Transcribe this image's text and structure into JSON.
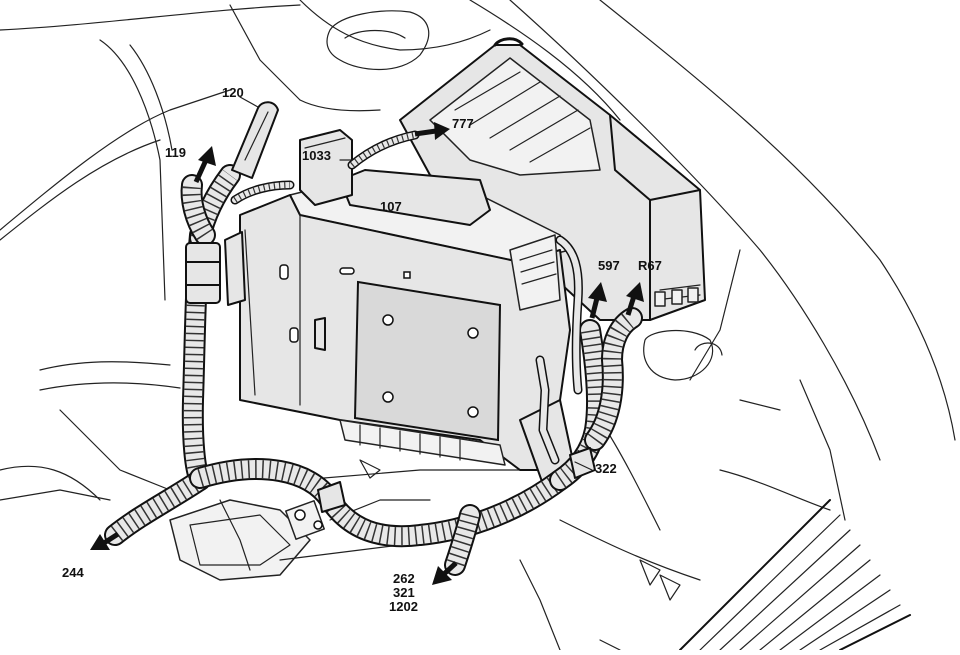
{
  "figure": {
    "labels": {
      "l120": "120",
      "l119": "119",
      "l1033": "1033",
      "l777": "777",
      "l107": "107",
      "l597": "597",
      "lR67": "R67",
      "l322": "322",
      "l244": "244",
      "l262": "262",
      "l321": "321",
      "l1202": "1202"
    }
  }
}
